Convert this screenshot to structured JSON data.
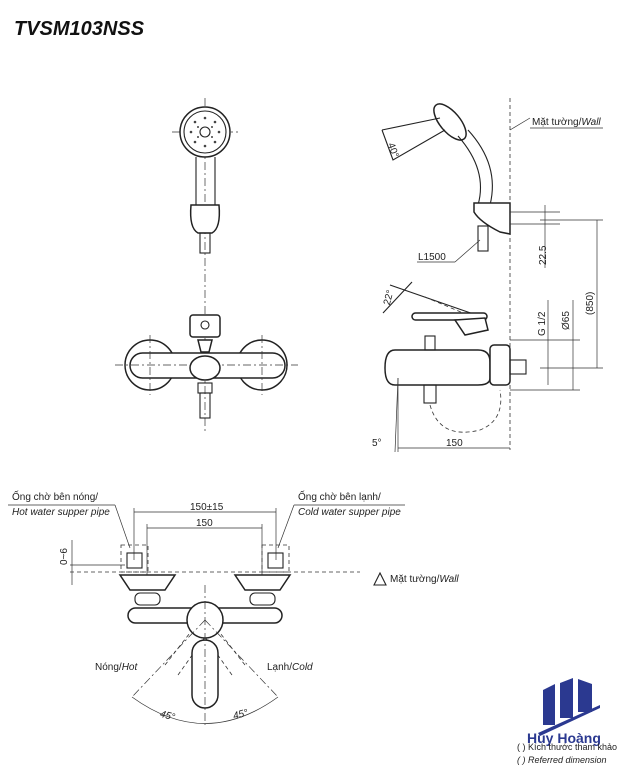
{
  "title": "TVSM103NSS",
  "side_view": {
    "wall_label": "Mặt tường/",
    "wall_label_en": "Wall",
    "angle_head": "40°",
    "hose_length": "L1500",
    "dim_holder": "22.5",
    "dim_height": "(850)",
    "angle_lever": "22°",
    "thread": "G 1/2",
    "flange_dia": "Ø65",
    "angle_spout": "5°",
    "spout_length": "150"
  },
  "top_view": {
    "hot_pipe_vi": "Ống chờ bên nóng/",
    "hot_pipe_en": "Hot water supper pipe",
    "cold_pipe_vi": "Ống chờ bên lạnh/",
    "cold_pipe_en": "Cold water supper pipe",
    "dim_centers_tol": "150±15",
    "dim_centers": "150",
    "dim_offset": "0~6",
    "wall_label": "Mặt tường/",
    "wall_label_en": "Wall",
    "hot_vi": "Nóng/",
    "hot_en": "Hot",
    "cold_vi": "Lạnh/",
    "cold_en": "Cold",
    "angle_left": "45°",
    "angle_right": "45°"
  },
  "legend": {
    "logo_text": "Huy Hoàng",
    "ref_vi": "(     ) Kích thước tham khảo",
    "ref_en": "(     ) Referred dimension"
  },
  "colors": {
    "logo": "#2b3990"
  }
}
